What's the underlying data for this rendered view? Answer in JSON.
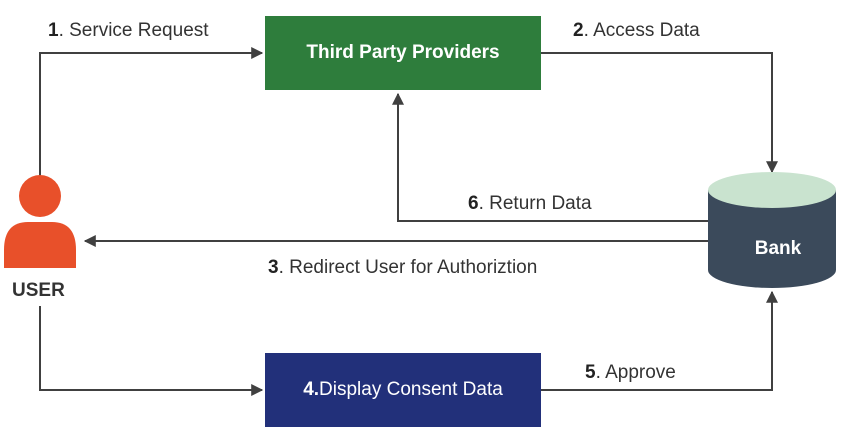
{
  "nodes": {
    "third_party": "Third Party Providers",
    "consent_num": "4.",
    "consent_text": " Display Consent Data",
    "bank": "Bank",
    "user": "USER"
  },
  "steps": [
    {
      "num": "1",
      "text": ". Service Request"
    },
    {
      "num": "2",
      "text": ". Access Data"
    },
    {
      "num": "3",
      "text": ". Redirect User for Authoriztion"
    },
    {
      "num": "5",
      "text": ". Approve"
    },
    {
      "num": "6",
      "text": ". Return Data"
    }
  ],
  "colors": {
    "third_party": "#2e7d3c",
    "consent": "#22307a",
    "user": "#e8502a",
    "bank_body": "#3b4a5b",
    "bank_top": "#c9e3cf",
    "arrow": "#404040"
  }
}
